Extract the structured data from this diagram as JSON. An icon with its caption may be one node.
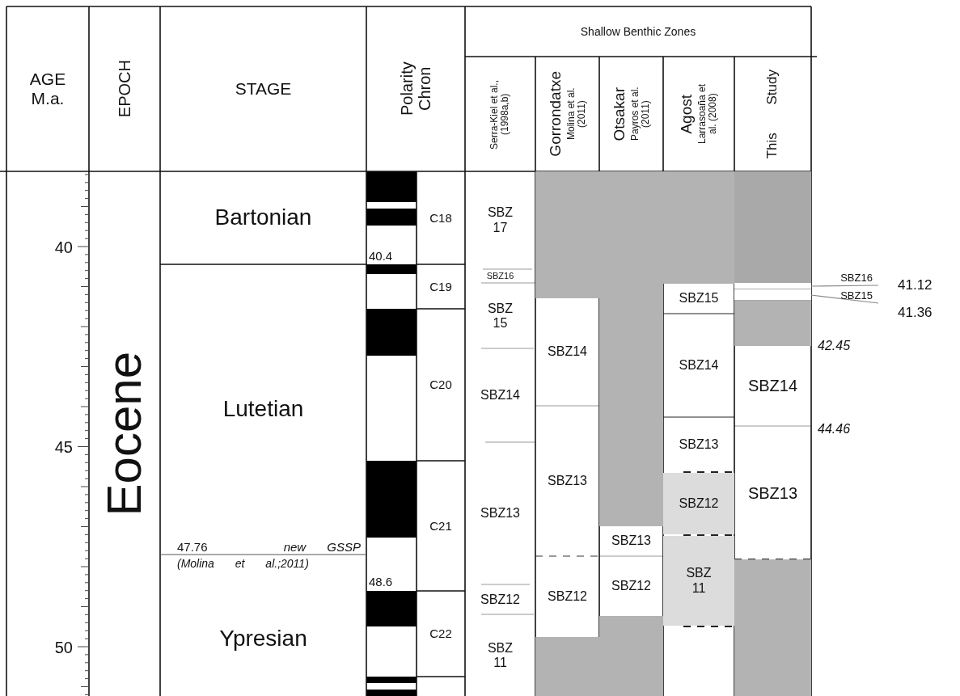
{
  "diagram": {
    "nodes": [
      {
        "text": [
          "AGE M.a."
        ]
      },
      {
        "text": [
          "EPOCH"
        ]
      },
      {
        "text": [
          "STAGE"
        ]
      },
      {
        "text": [
          "Polarity Chron"
        ]
      },
      {
        "text": [
          "Shallow Benthic Zones"
        ]
      },
      {
        "text": [
          "Serra-Kiel et al., (1998a,b)"
        ]
      },
      {
        "text": [
          "Gorrondatxe",
          "Molina et al. (2011)"
        ]
      },
      {
        "text": [
          "Otsakar",
          "Payros et al. (2011)"
        ]
      },
      {
        "text": [
          "Agost",
          "Larrasoaña et al. (2008)"
        ]
      },
      {
        "text": [
          "This Study"
        ]
      },
      {
        "text": [
          "Eocene"
        ]
      },
      {
        "text": [
          "Bartonian"
        ]
      },
      {
        "text": [
          "Lutetian"
        ]
      },
      {
        "text": [
          "Ypresian"
        ]
      },
      {
        "text": [
          "C18"
        ]
      },
      {
        "text": [
          "C19"
        ]
      },
      {
        "text": [
          "C20"
        ]
      },
      {
        "text": [
          "C21"
        ]
      },
      {
        "text": [
          "C22"
        ]
      },
      {
        "text": [
          "SBZ 17"
        ]
      },
      {
        "text": [
          "SBZ16"
        ]
      },
      {
        "text": [
          "SBZ 15"
        ]
      },
      {
        "text": [
          "SBZ14"
        ]
      },
      {
        "text": [
          "SBZ13"
        ]
      },
      {
        "text": [
          "SBZ12"
        ]
      },
      {
        "text": [
          "SBZ 11"
        ]
      },
      {
        "text": [
          "SBZ14"
        ]
      },
      {
        "text": [
          "SBZ13"
        ]
      },
      {
        "text": [
          "SBZ12"
        ]
      },
      {
        "text": [
          "SBZ13"
        ]
      },
      {
        "text": [
          "SBZ12"
        ]
      },
      {
        "text": [
          "SBZ15"
        ]
      },
      {
        "text": [
          "SBZ14"
        ]
      },
      {
        "text": [
          "SBZ13"
        ]
      },
      {
        "text": [
          "SBZ12"
        ]
      },
      {
        "text": [
          "SBZ 11"
        ]
      },
      {
        "text": [
          "SBZ14"
        ]
      },
      {
        "text": [
          "SBZ13"
        ]
      },
      {
        "text": [
          "SBZ16"
        ]
      },
      {
        "text": [
          "SBZ15"
        ]
      },
      {
        "text": [],
        "shape": "bar"
      },
      {
        "text": [],
        "shape": "bar"
      },
      {
        "text": [],
        "shape": "bar"
      },
      {
        "text": [],
        "shape": "bar"
      },
      {
        "text": [],
        "shape": "bar"
      },
      {
        "text": [],
        "shape": "bar"
      },
      {
        "text": [],
        "shape": "bar"
      },
      {
        "text": [],
        "shape": "bar"
      },
      {
        "text": [],
        "shape": "bar"
      },
      {
        "text": [],
        "shape": "bar"
      }
    ],
    "edges": [
      {
        "from": 38,
        "to": 48,
        "arrow": "none"
      },
      {
        "from": 39,
        "to": 49,
        "arrow": "none"
      }
    ],
    "labels": [
      "40",
      "45",
      "50",
      "40.4",
      "48.6",
      "47.76",
      "new GSSP",
      "(Molina et al.;2011)",
      "41.12",
      "41.36",
      "42.45",
      "44.46"
    ]
  }
}
